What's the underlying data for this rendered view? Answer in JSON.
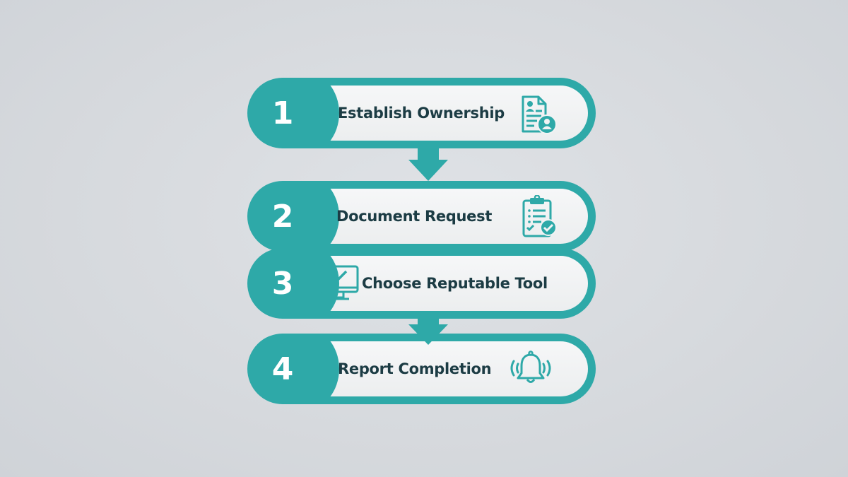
{
  "colors": {
    "accent": "#2ea9a8",
    "text": "#1c3c44",
    "panel": "#f1f3f4",
    "background": "#d6d9dd"
  },
  "flow": {
    "steps": [
      {
        "number": "1",
        "label": "Establish Ownership",
        "icon": "user-document-icon"
      },
      {
        "number": "2",
        "label": "Document Request",
        "icon": "clipboard-check-icon"
      },
      {
        "number": "3",
        "label": "Choose Reputable Tool",
        "icon": "monitor-check-icon"
      },
      {
        "number": "4",
        "label": "Report Completion",
        "icon": "ringing-bell-icon"
      }
    ],
    "connectors": [
      "down-arrow-icon",
      "down-arrow-icon"
    ]
  }
}
